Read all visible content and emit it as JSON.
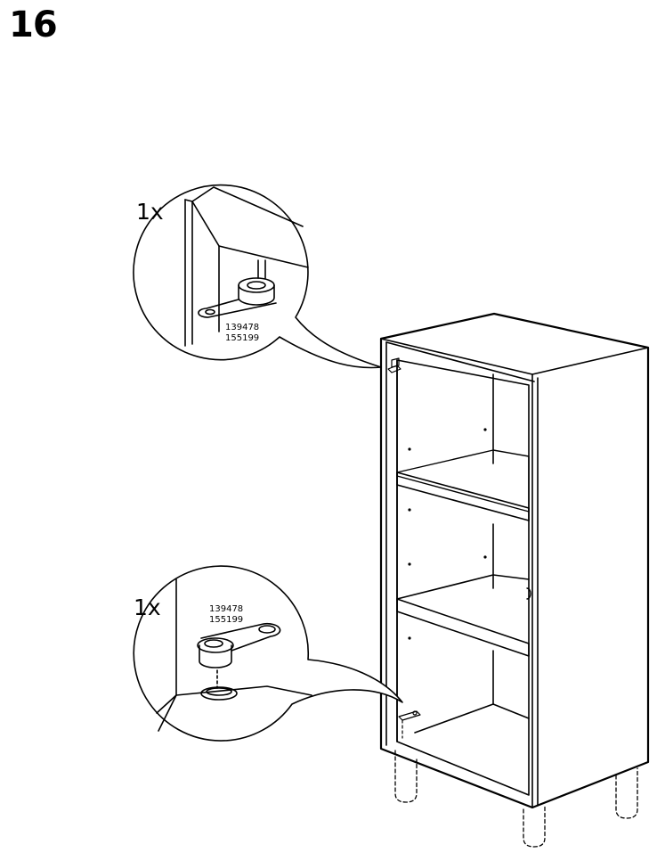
{
  "step": {
    "number": "16"
  },
  "callouts": [
    {
      "quantity": "1x",
      "part_numbers": [
        "139478",
        "155199"
      ]
    },
    {
      "quantity": "1x",
      "part_numbers": [
        "139478",
        "155199"
      ]
    }
  ]
}
